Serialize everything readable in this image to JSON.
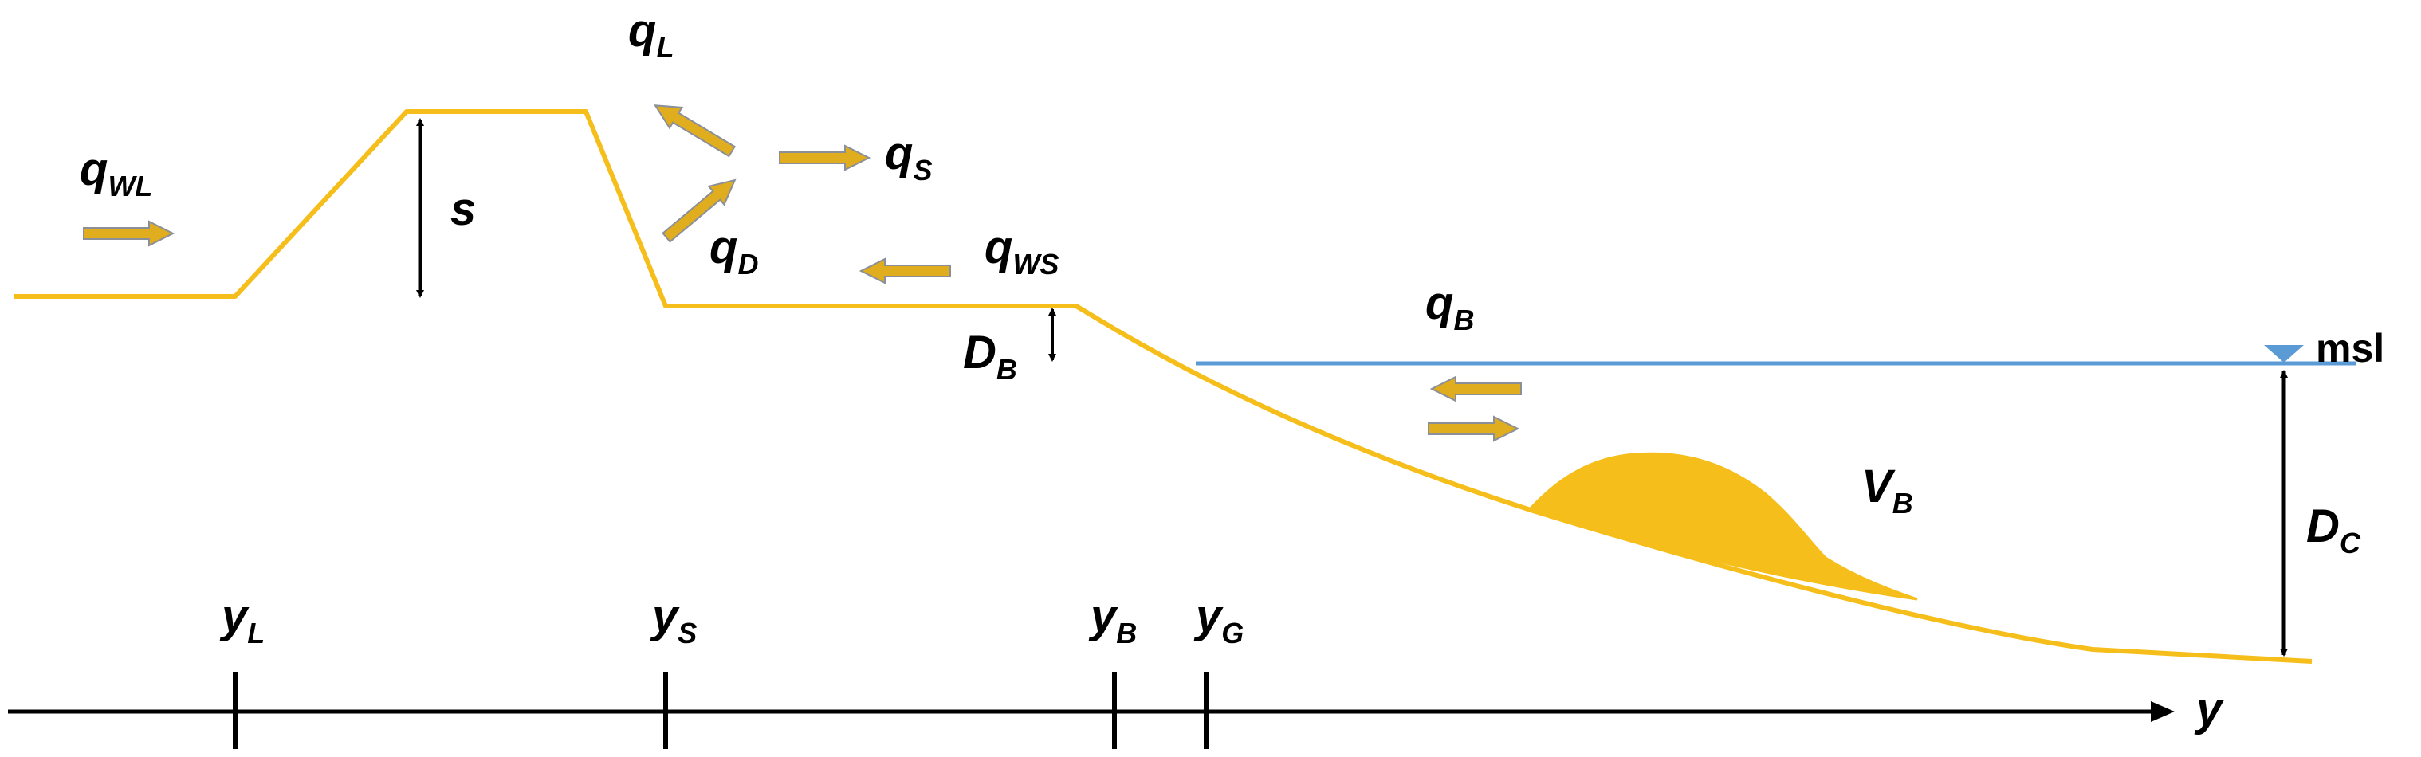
{
  "colors": {
    "profile": "#F6BE1B",
    "sediment": "#F6BE1B",
    "sea_level": "#5B9BD5",
    "arrow_fill": "#E0AD1E",
    "arrow_outline": "#8A8F9A",
    "text": "#000000"
  },
  "labels": {
    "q_wl": {
      "main": "q",
      "sub": "WL"
    },
    "q_l": {
      "main": "q",
      "sub": "L"
    },
    "q_s": {
      "main": "q",
      "sub": "S"
    },
    "q_d": {
      "main": "q",
      "sub": "D"
    },
    "q_ws": {
      "main": "q",
      "sub": "WS"
    },
    "q_b": {
      "main": "q",
      "sub": "B"
    },
    "s": {
      "main": "s"
    },
    "d_b": {
      "main": "D",
      "sub": "B"
    },
    "d_c": {
      "main": "D",
      "sub": "C"
    },
    "v_b": {
      "main": "V",
      "sub": "B"
    },
    "msl": {
      "main": "msl"
    }
  },
  "axis": {
    "name": "y",
    "ticks": [
      {
        "main": "y",
        "sub": "L"
      },
      {
        "main": "y",
        "sub": "S"
      },
      {
        "main": "y",
        "sub": "B"
      },
      {
        "main": "y",
        "sub": "G"
      }
    ]
  },
  "icons": {
    "sea_level_marker": "inverted-triangle-icon"
  }
}
